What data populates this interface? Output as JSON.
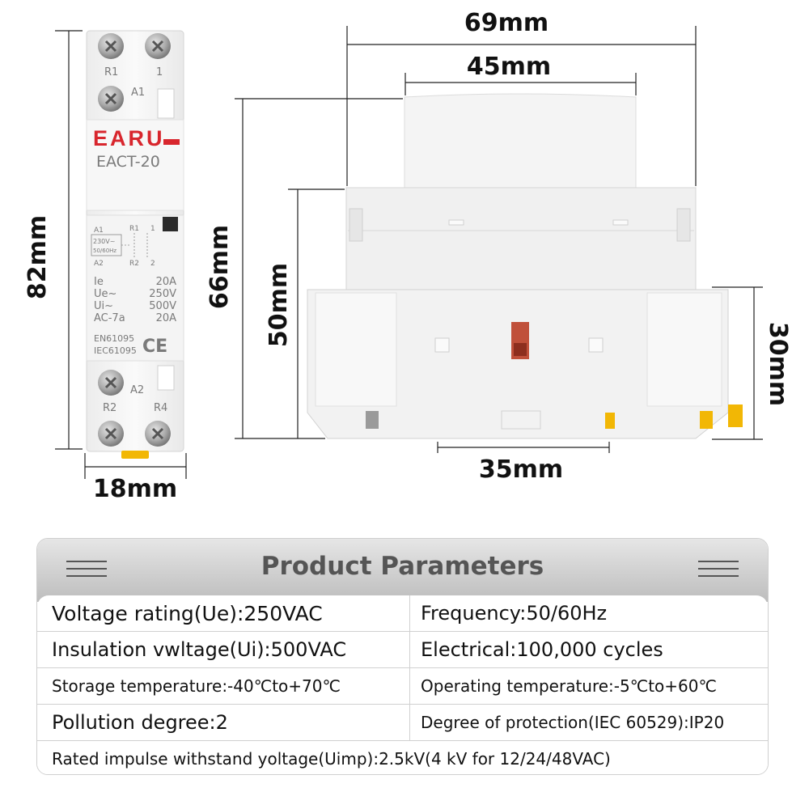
{
  "dimensions": {
    "width_total": "69mm",
    "width_top": "45mm",
    "height_left": "82mm",
    "width_front": "18mm",
    "height_66": "66mm",
    "height_50": "50mm",
    "height_30": "30mm",
    "rail": "35mm"
  },
  "device": {
    "brand": "EARU",
    "model": "EACT-20",
    "terminals": {
      "r1": "R1",
      "one": "1",
      "a1": "A1",
      "a2": "A2",
      "r2": "R2",
      "r4": "R4"
    },
    "schematic": {
      "a1": "A1",
      "r1": "R1",
      "d1": "1",
      "a2": "A2",
      "r2": "R2",
      "d2": "2",
      "coil": "230V~",
      "freq": "50/60Hz"
    },
    "specs": [
      {
        "label": "Ie",
        "value": "20A"
      },
      {
        "label": "Ue~",
        "value": "250V"
      },
      {
        "label": "Ui~",
        "value": "500V"
      },
      {
        "label": "AC-7a",
        "value": "20A"
      }
    ],
    "standards": [
      "EN61095",
      "IEC61095"
    ],
    "mark": "CE"
  },
  "params": {
    "title": "Product Parameters",
    "rows": [
      {
        "left": "Voltage rating(Ue):250VAC",
        "right": "Frequency:50/60Hz"
      },
      {
        "left": "Insulation vwltage(Ui):500VAC",
        "right": "Electrical:100,000 cycles"
      },
      {
        "left": "Storage temperature:-40℃to+70℃",
        "right": "Operating temperature:-5℃to+60℃"
      },
      {
        "left": "Pollution degree:2",
        "right": "Degree of protection(IEC 60529):IP20"
      }
    ],
    "full_row": "Rated impulse withstand yoltage(Uimp):2.5kV(4 kV for 12/24/48VAC)"
  },
  "colors": {
    "brand_red": "#d8262d",
    "din_clip": "#f2b705",
    "indicator": "#c0503a",
    "header_text": "#555555"
  }
}
